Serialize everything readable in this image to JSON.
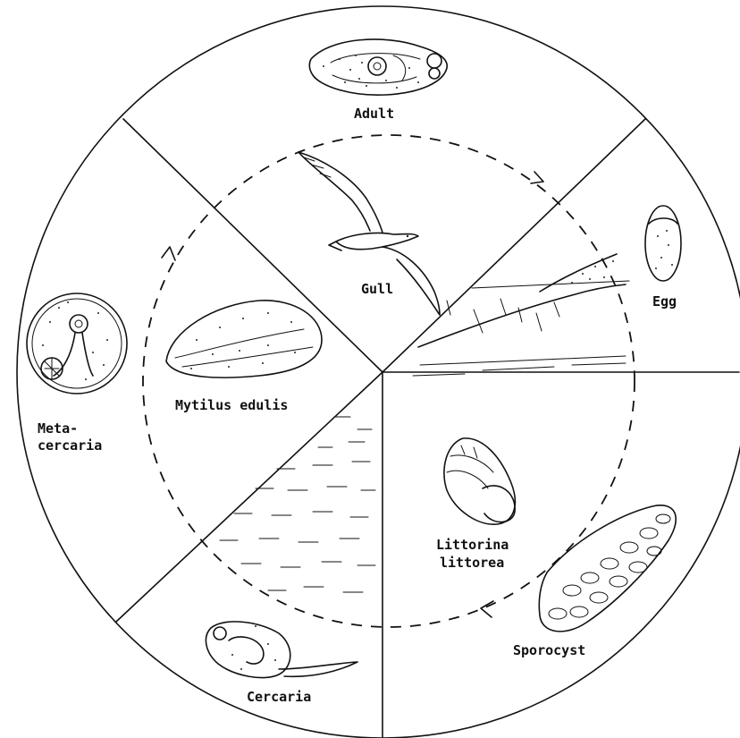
{
  "title": "",
  "stages": {
    "adult": "Adult",
    "egg": "Egg",
    "sporocyst": "Sporocyst",
    "cercaria": "Cercaria",
    "metacercaria_line1": "Meta-",
    "metacercaria_line2": "cercaria"
  },
  "hosts": {
    "gull": "Gull",
    "snail_line1": "Littorina",
    "snail_line2": "littorea",
    "mussel": "Mytilus edulis"
  },
  "colors": {
    "ink": "#111111",
    "paper": "#ffffff"
  }
}
